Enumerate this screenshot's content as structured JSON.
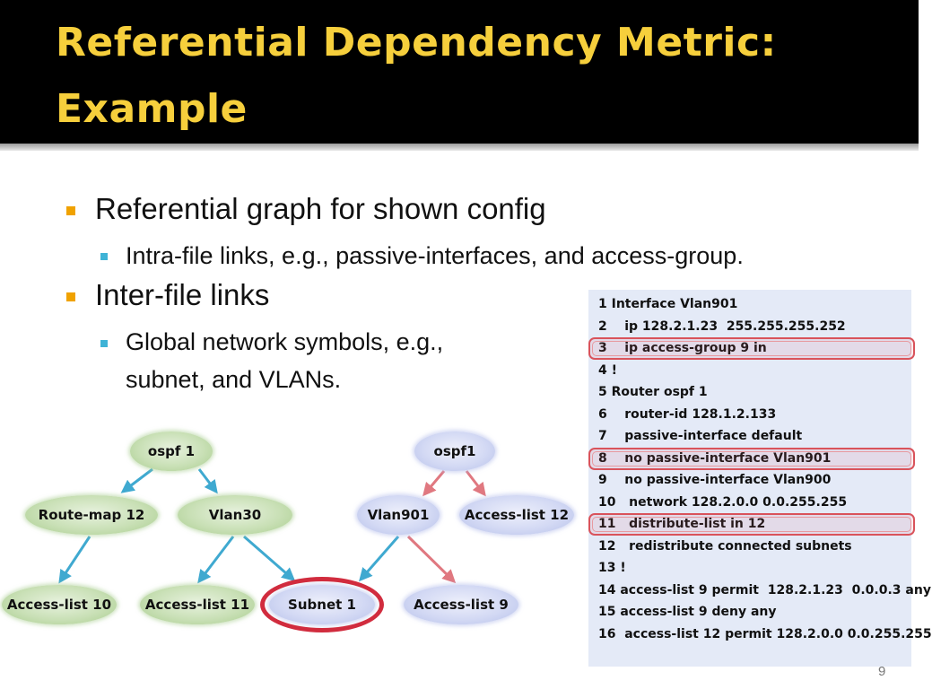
{
  "slide": {
    "title_line1": "Referential Dependency Metric:",
    "title_line2": "Example",
    "page_number": "9"
  },
  "bullets": {
    "b1": "Referential graph for shown config",
    "b1_sub": "Intra-file links, e.g., passive-interfaces, and access-group.",
    "b2": "Inter-file links",
    "b2_sub_line1": "Global network symbols, e.g.,",
    "b2_sub_line2": "subnet, and VLANs."
  },
  "config_lines": [
    "1 Interface Vlan901",
    "2    ip 128.2.1.23  255.255.255.252",
    "3    ip access-group 9 in",
    "4 !",
    "5 Router ospf 1",
    "6    router-id 128.1.2.133",
    "7    passive-interface default",
    "8    no passive-interface Vlan901",
    "9    no passive-interface Vlan900",
    "10   network 128.2.0.0 0.0.255.255",
    "11   distribute-list in 12",
    "12   redistribute connected subnets",
    "13 !",
    "14 access-list 9 permit  128.2.1.23  0.0.0.3 any",
    "15 access-list 9 deny any",
    "16  access-list 12 permit 128.2.0.0 0.0.255.255"
  ],
  "highlighted_lines": [
    3,
    8,
    11
  ],
  "graph": {
    "ospf_1": "ospf 1",
    "route_map_12": "Route-map 12",
    "vlan30": "Vlan30",
    "access_list_10": "Access-list 10",
    "access_list_11": "Access-list 11",
    "subnet_1": "Subnet 1",
    "ospf1": "ospf1",
    "vlan901": "Vlan901",
    "access_list_12": "Access-list 12",
    "access_list_9": "Access-list 9"
  },
  "colors": {
    "title_text": "#f6cf3c",
    "intra_file_link": "#3fa9d0",
    "inter_file_link": "#e07880",
    "subnet_highlight": "#d12c3e"
  }
}
